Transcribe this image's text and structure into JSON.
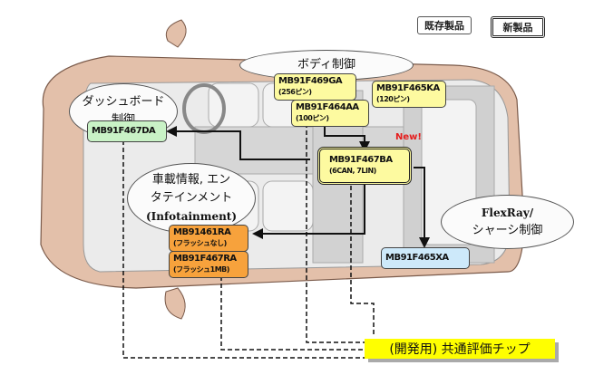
{
  "legend": {
    "existing": "既存製品",
    "new": "新製品"
  },
  "colors": {
    "body_control": "#fdfaa0",
    "dashboard": "#c9f2c6",
    "infotainment": "#f7a23c",
    "chassis": "#cde9fa",
    "eval_chip": "#ffff00",
    "new_badge": "#e51c1c",
    "car_body": "#e3c0aa"
  },
  "bubbles": {
    "body_control": "ボディ制御",
    "dashboard_line1": "ダッシュボード",
    "dashboard_line2": "制御",
    "infotainment_line1": "車載情報, エン",
    "infotainment_line2": "タテインメント",
    "infotainment_line3": "(Infotainment)",
    "flexray_line1": "FlexRay/",
    "flexray_line2": "シャーシ制御"
  },
  "chips": {
    "f469ga": {
      "name": "MB91F469GA",
      "sub": "(256ピン)"
    },
    "f464aa": {
      "name": "MB91F464AA",
      "sub": "(100ピン)"
    },
    "f465ka": {
      "name": "MB91F465KA",
      "sub": "(120ピン)"
    },
    "f467da": {
      "name": "MB91F467DA"
    },
    "f467ba": {
      "name": "MB91F467BA",
      "sub": "(6CAN, 7LIN)"
    },
    "461ra": {
      "name": "MB91461RA",
      "sub": "(フラッシュなし)"
    },
    "f467ra": {
      "name": "MB91F467RA",
      "sub": "(フラッシュ1MB)"
    },
    "f465xa": {
      "name": "MB91F465XA"
    }
  },
  "new_badge": "New!",
  "eval_chip": "(開発用) 共通評価チップ"
}
